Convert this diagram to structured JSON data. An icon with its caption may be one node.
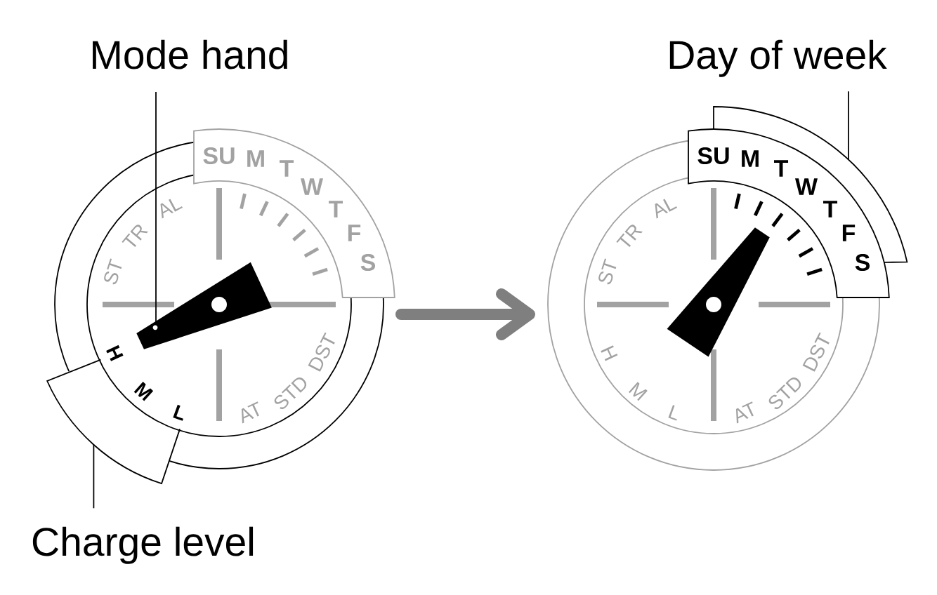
{
  "diagram": {
    "nodes": [
      {
        "text": [
          "Mode hand"
        ]
      },
      {
        "text": [
          "Day of week"
        ]
      },
      {
        "text": [
          "ST",
          "TR",
          "AL",
          "H",
          "M",
          "L",
          "AT",
          "STD",
          "DST"
        ]
      },
      {
        "text": [
          "SU",
          "M",
          "T",
          "W",
          "T",
          "F",
          "S"
        ]
      },
      {
        "text": [],
        "shape": "wedge",
        "in": 2
      },
      {
        "text": [],
        "shape": "arc"
      },
      {
        "text": [
          "ST",
          "TR",
          "AL",
          "H",
          "M",
          "L",
          "AT",
          "STD",
          "DST"
        ]
      },
      {
        "text": [
          "SU",
          "M",
          "T",
          "W",
          "T",
          "F",
          "S"
        ]
      },
      {
        "text": [
          "Charge level"
        ]
      }
    ],
    "edges": [
      {
        "from": 0,
        "to": 4,
        "arrow": "none"
      },
      {
        "from": 1,
        "to": 7,
        "arrow": "none"
      },
      {
        "from": 8,
        "to": 5,
        "arrow": "none"
      },
      {
        "from": 2,
        "to": 6,
        "arrow": "to",
        "style": "thick",
        "color": "#7f7f7f"
      }
    ]
  }
}
